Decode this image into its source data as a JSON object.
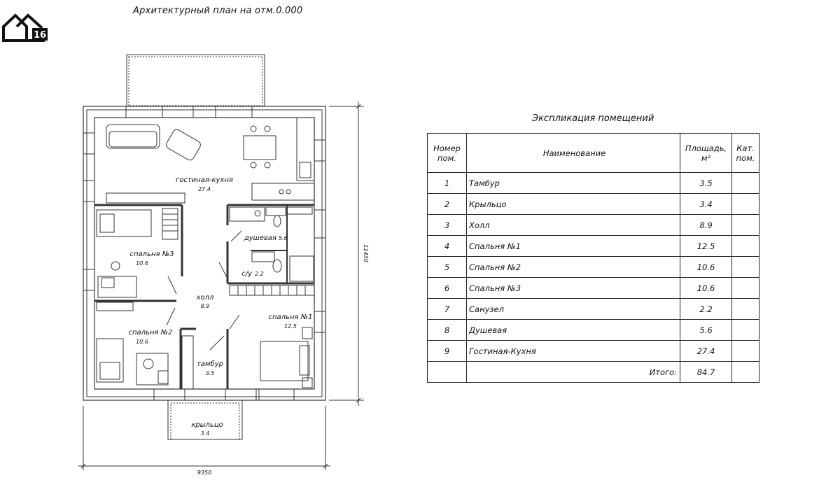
{
  "logo": {
    "badge_text": "16"
  },
  "plan": {
    "title": "Архитектурный план на отм.0.000",
    "dim_width": "9350",
    "dim_height": "11430",
    "rooms": [
      {
        "name": "гостиная-кухня",
        "area": "27.4"
      },
      {
        "name": "спальня №3",
        "area": "10.6"
      },
      {
        "name": "душевая",
        "area": "5.6"
      },
      {
        "name": "с/у",
        "area": "2.2"
      },
      {
        "name": "холл",
        "area": "8.9"
      },
      {
        "name": "спальня №1",
        "area": "12.5"
      },
      {
        "name": "спальня №2",
        "area": "10.6"
      },
      {
        "name": "тамбур",
        "area": "3.5"
      },
      {
        "name": "крыльцо",
        "area": "3.4"
      }
    ]
  },
  "explication": {
    "title": "Экспликация помещений",
    "headers": {
      "number": "Номер пом.",
      "name": "Наименование",
      "area": "Площадь, м²",
      "category": "Кат. пом."
    },
    "rows": [
      {
        "num": "1",
        "name": "Тамбур",
        "area": "3.5",
        "cat": ""
      },
      {
        "num": "2",
        "name": "Крыльцо",
        "area": "3.4",
        "cat": ""
      },
      {
        "num": "3",
        "name": "Холл",
        "area": "8.9",
        "cat": ""
      },
      {
        "num": "4",
        "name": "Спальня №1",
        "area": "12.5",
        "cat": ""
      },
      {
        "num": "5",
        "name": "Спальня №2",
        "area": "10.6",
        "cat": ""
      },
      {
        "num": "6",
        "name": "Спальня №3",
        "area": "10.6",
        "cat": ""
      },
      {
        "num": "7",
        "name": "Санузел",
        "area": "2.2",
        "cat": ""
      },
      {
        "num": "8",
        "name": "Душевая",
        "area": "5.6",
        "cat": ""
      },
      {
        "num": "9",
        "name": "Гостиная-Кухня",
        "area": "27.4",
        "cat": ""
      }
    ],
    "total_label": "Итого:",
    "total_value": "84.7"
  }
}
